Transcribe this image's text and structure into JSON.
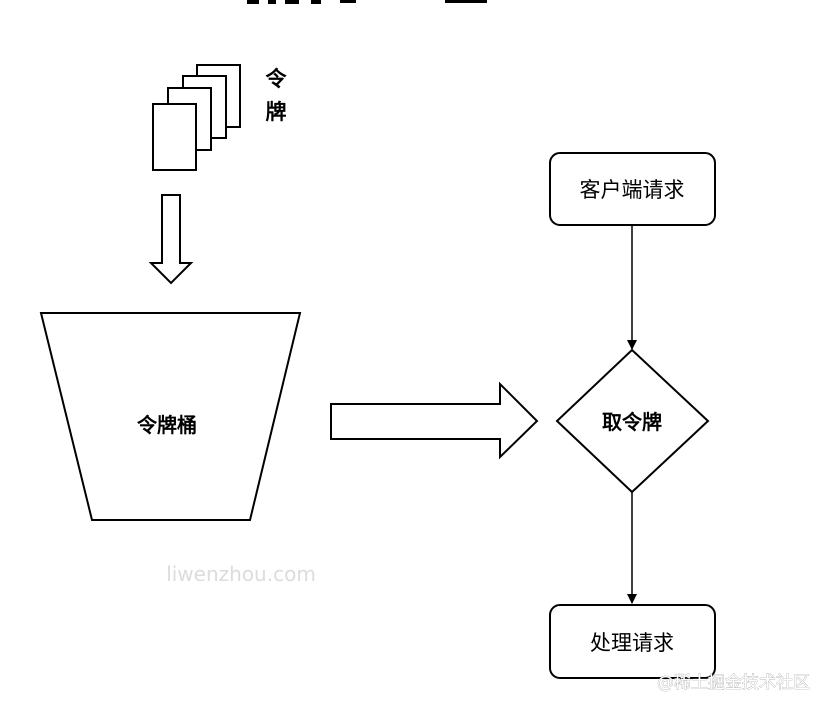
{
  "diagram": {
    "tokens_label_line1": "令",
    "tokens_label_line2": "牌",
    "bucket_label": "令牌桶",
    "client_request": "客户端请求",
    "take_token": "取令牌",
    "process_request": "处理请求",
    "watermark_center": "liwenzhou.com",
    "watermark_corner": "@稀土掘金技术社区"
  },
  "colors": {
    "stroke": "#000000",
    "fill": "#ffffff",
    "text": "#000000",
    "watermark": "#d8d8d8",
    "corner_watermark": "#ffffff"
  }
}
